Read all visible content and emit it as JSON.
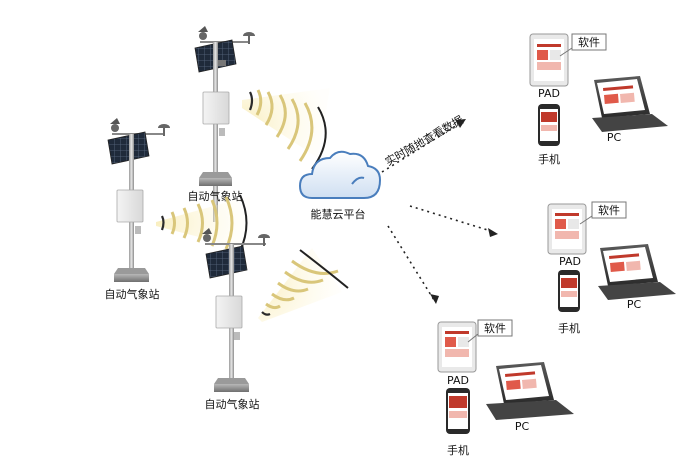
{
  "stations": [
    {
      "label": "自动气象站"
    },
    {
      "label": "自动气象站"
    },
    {
      "label": "自动气象站"
    }
  ],
  "cloud": {
    "label": "能慧云平台"
  },
  "flow_label": "实时随地查看数据",
  "device_groups": [
    {
      "software_label": "软件",
      "pad_label": "PAD",
      "phone_label": "手机",
      "pc_label": "PC"
    },
    {
      "software_label": "软件",
      "pad_label": "PAD",
      "phone_label": "手机",
      "pc_label": "PC"
    },
    {
      "software_label": "软件",
      "pad_label": "PAD",
      "phone_label": "手机",
      "pc_label": "PC"
    }
  ],
  "colors": {
    "signal_wave": "#d9c67a",
    "signal_glow": "#fbf3cc",
    "cloud_blue": "#4a7ebd",
    "screen_red": "#c0392b"
  }
}
